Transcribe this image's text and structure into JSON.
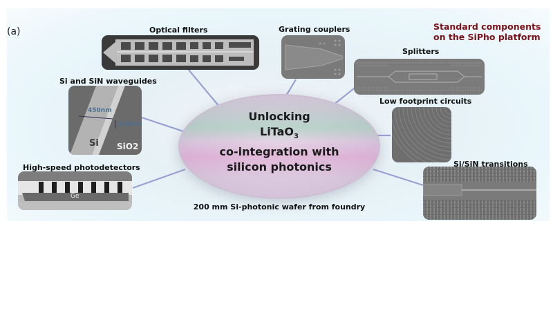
{
  "figure": {
    "panel_label": "(a)",
    "platform_title_line1": "Standard components",
    "platform_title_line2": "on the SiPho platform",
    "center": {
      "line1": "Unlocking",
      "line2_main": "LiTaO",
      "line2_sub": "3",
      "line3": "co-integration with",
      "line4": "silicon photonics"
    },
    "wafer_caption": "200 mm Si-photonic wafer from foundry",
    "components": [
      {
        "label": "Optical filters"
      },
      {
        "label": "Grating couplers"
      },
      {
        "label": "Splitters"
      },
      {
        "label": "Low footprint circuits"
      },
      {
        "label": "Si/SiN transitions"
      },
      {
        "label": "Si and SiN waveguides"
      },
      {
        "label": "High-speed photodetectors"
      }
    ],
    "waveguide_annotations": {
      "width": "450nm",
      "height": "220nm",
      "core": "Si",
      "cladding": "SiO2"
    },
    "photodetector_annotation": "Ge",
    "colors": {
      "title_red": "#7a1218",
      "connector_blue": "#8c93cf"
    }
  }
}
